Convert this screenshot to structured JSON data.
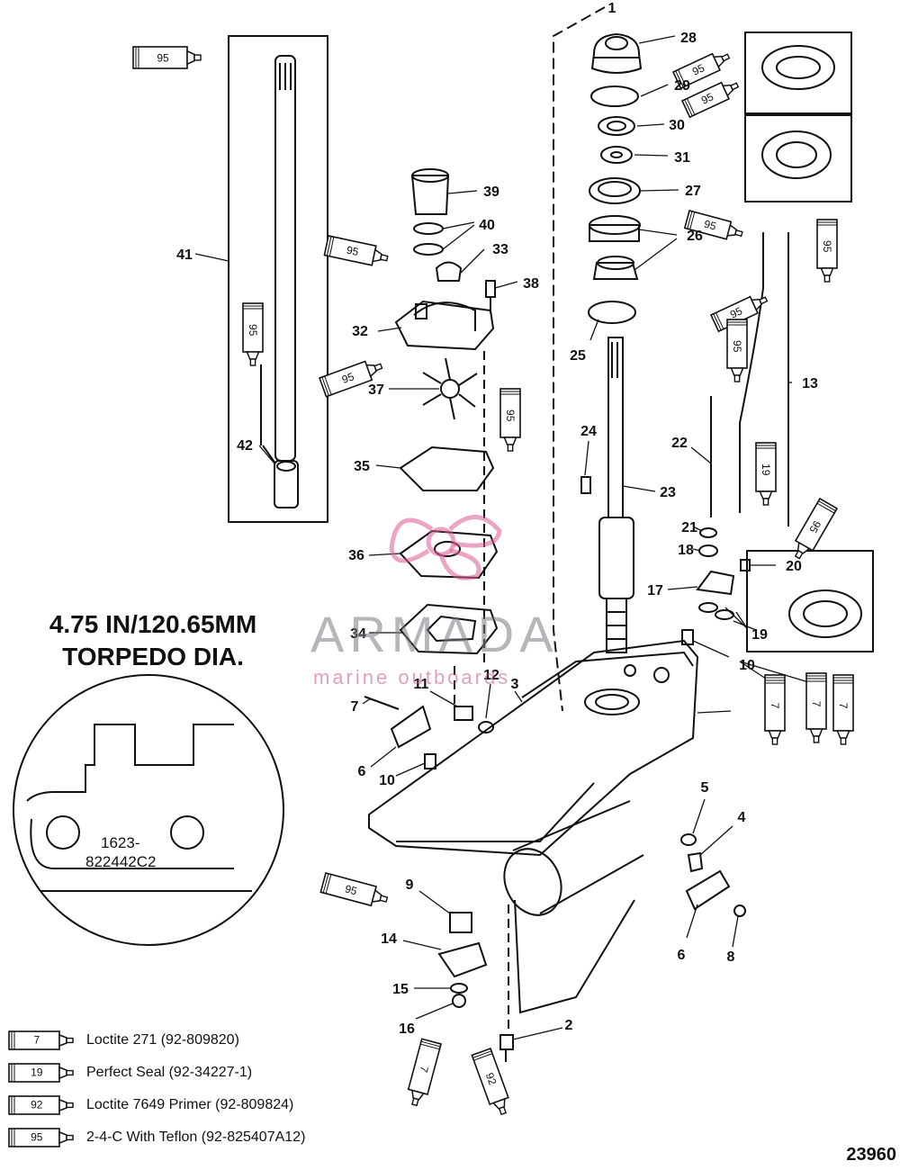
{
  "title_line1": "4.75 IN/120.65MM",
  "title_line2": "TORPEDO DIA.",
  "inset_line1": "1623-",
  "inset_line2": "822442C2",
  "figure_number": "23960",
  "watermark": {
    "name": "ARMADA",
    "sub": "marine outboards"
  },
  "legend": [
    {
      "code": "7",
      "text": "Loctite 271 (92-809820)"
    },
    {
      "code": "19",
      "text": "Perfect Seal (92-34227-1)"
    },
    {
      "code": "92",
      "text": "Loctite 7649 Primer (92-809824)"
    },
    {
      "code": "95",
      "text": "2-4-C  With Teflon (92-825407A12)"
    }
  ],
  "callouts": [
    "1",
    "28",
    "29",
    "30",
    "31",
    "27",
    "26",
    "25",
    "39",
    "40",
    "33",
    "38",
    "41",
    "32",
    "37",
    "35",
    "36",
    "34",
    "42",
    "24",
    "23",
    "22",
    "13",
    "21",
    "18",
    "20",
    "17",
    "19",
    "10",
    "11",
    "12",
    "3",
    "7",
    "6",
    "5",
    "4",
    "9",
    "14",
    "15",
    "16",
    "2",
    "8"
  ],
  "tubes": [
    "95",
    "95",
    "95",
    "95",
    "95",
    "95",
    "95",
    "95",
    "95",
    "95",
    "95",
    "19",
    "95",
    "95",
    "7",
    "7",
    "95",
    "7",
    "7",
    "92"
  ]
}
